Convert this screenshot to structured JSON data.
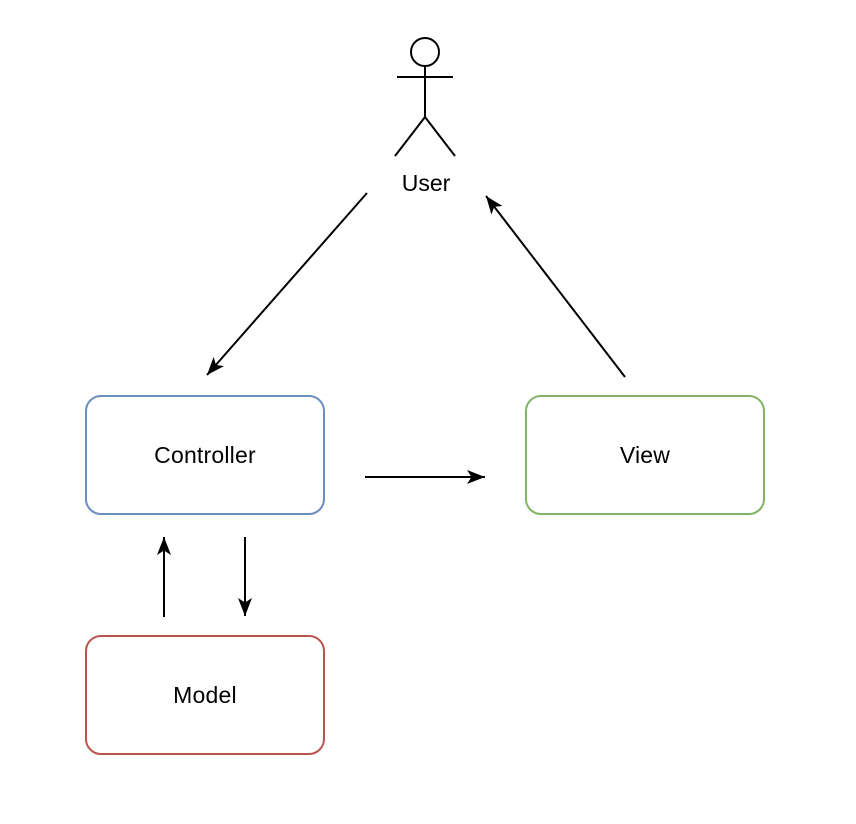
{
  "diagram": {
    "type": "mvc-architecture",
    "actor": {
      "label": "User"
    },
    "nodes": [
      {
        "id": "controller",
        "label": "Controller",
        "border_color": "#6c8ebf",
        "fill": "#ffffff"
      },
      {
        "id": "view",
        "label": "View",
        "border_color": "#82b366",
        "fill": "#ffffff"
      },
      {
        "id": "model",
        "label": "Model",
        "border_color": "#b85450",
        "fill": "#ffffff"
      }
    ],
    "edges": [
      {
        "id": "user-to-controller",
        "from": "User",
        "to": "Controller"
      },
      {
        "id": "controller-to-view",
        "from": "Controller",
        "to": "View"
      },
      {
        "id": "view-to-user",
        "from": "View",
        "to": "User"
      },
      {
        "id": "controller-to-model",
        "from": "Controller",
        "to": "Model"
      },
      {
        "id": "model-to-controller",
        "from": "Model",
        "to": "Controller"
      }
    ],
    "colors": {
      "line": "#000000",
      "text": "#000000",
      "background": "#ffffff"
    }
  }
}
